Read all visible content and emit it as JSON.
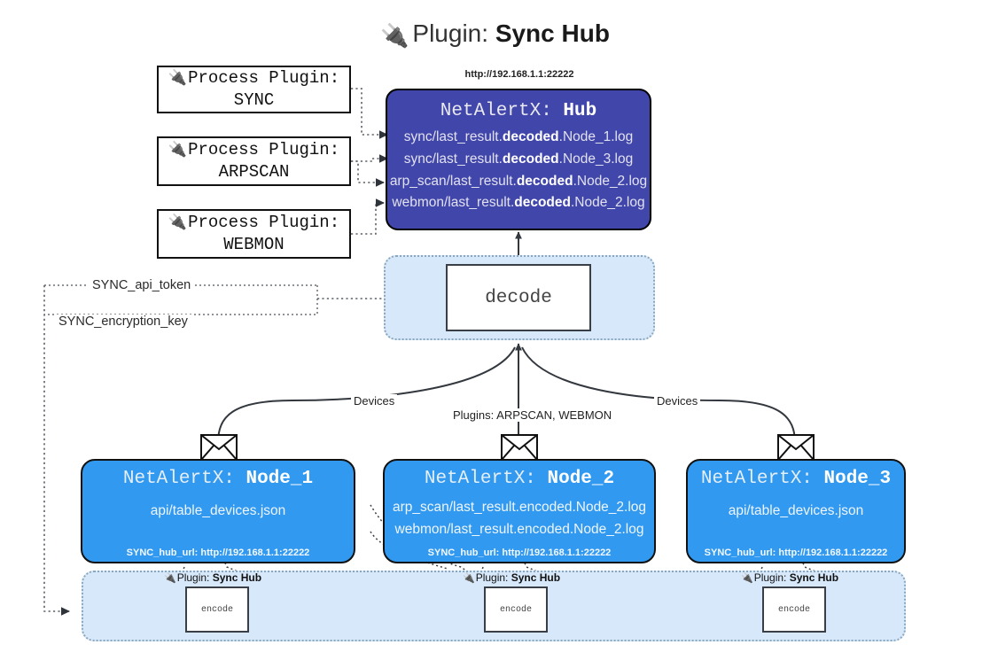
{
  "title": {
    "icon": "electric-plug-icon",
    "prefix": "Plugin: ",
    "name": "Sync Hub"
  },
  "process_plugins": [
    {
      "icon": "electric-plug-icon",
      "line1": "Process Plugin:",
      "line2": "SYNC"
    },
    {
      "icon": "electric-plug-icon",
      "line1": "Process Plugin:",
      "line2": "ARPSCAN"
    },
    {
      "icon": "electric-plug-icon",
      "line1": "Process Plugin:",
      "line2": "WEBMON"
    }
  ],
  "hub": {
    "url": "http://192.168.1.1:22222",
    "title_prefix": "NetAlertX: ",
    "title_name": "Hub",
    "logs": [
      {
        "pre": "sync/last_result.",
        "em": "decoded",
        "post": ".Node_1.log"
      },
      {
        "pre": "sync/last_result.",
        "em": "decoded",
        "post": ".Node_3.log"
      },
      {
        "pre": "arp_scan/last_result.",
        "em": "decoded",
        "post": ".Node_2.log"
      },
      {
        "pre": "webmon/last_result.",
        "em": "decoded",
        "post": ".Node_2.log"
      }
    ]
  },
  "decode": {
    "label": "decode"
  },
  "config_labels": [
    {
      "text": "SYNC_api_token"
    },
    {
      "text": "SYNC_encryption_key"
    }
  ],
  "edge_labels": {
    "devices_left": "Devices",
    "devices_right": "Devices",
    "plugins_center": "Plugins: ARPSCAN, WEBMON"
  },
  "nodes": [
    {
      "title_prefix": "NetAlertX: ",
      "title_name": "Node_1",
      "lines": [
        "api/table_devices.json"
      ],
      "footer": "SYNC_hub_url: http://192.168.1.1:22222",
      "envelope_icon": "envelope-icon"
    },
    {
      "title_prefix": "NetAlertX: ",
      "title_name": "Node_2",
      "lines": [
        "arp_scan/last_result.encoded.Node_2.log",
        "webmon/last_result.encoded.Node_2.log"
      ],
      "footer": "SYNC_hub_url: http://192.168.1.1:22222",
      "envelope_icon": "envelope-icon"
    },
    {
      "title_prefix": "NetAlertX: ",
      "title_name": "Node_3",
      "lines": [
        "api/table_devices.json"
      ],
      "footer": "SYNC_hub_url: http://192.168.1.1:22222",
      "envelope_icon": "envelope-icon"
    }
  ],
  "encoders": [
    {
      "icon": "electric-plug-icon",
      "caption_prefix": "Plugin: ",
      "caption_name": "Sync Hub",
      "label": "encode"
    },
    {
      "icon": "electric-plug-icon",
      "caption_prefix": "Plugin: ",
      "caption_name": "Sync Hub",
      "label": "encode"
    },
    {
      "icon": "electric-plug-icon",
      "caption_prefix": "Plugin: ",
      "caption_name": "Sync Hub",
      "label": "encode"
    }
  ],
  "colors": {
    "hub_fill": "#4146ab",
    "node_fill": "#3199f0",
    "band_fill": "#d6e8fa",
    "line": "#3a3f47"
  }
}
